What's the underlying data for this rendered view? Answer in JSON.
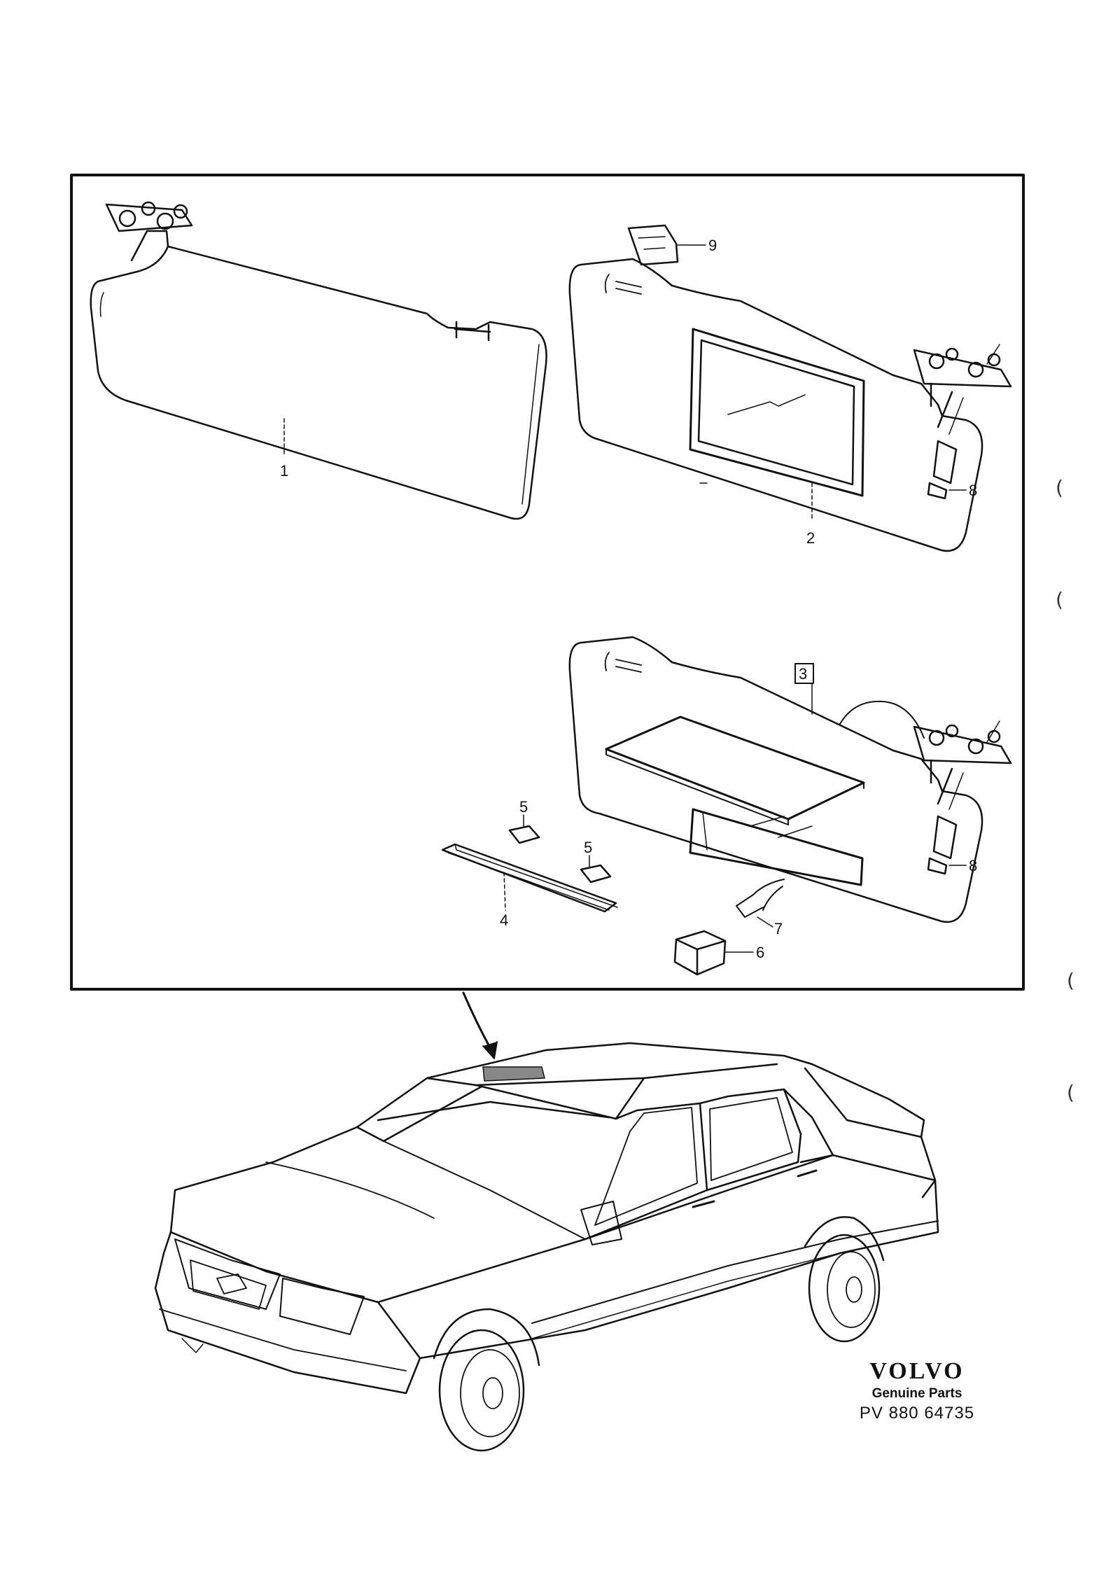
{
  "callouts": {
    "c1": "1",
    "c2": "2",
    "c3": "3",
    "c4": "4",
    "c5a": "5",
    "c5b": "5",
    "c6": "6",
    "c7": "7",
    "c8a": "8",
    "c8b": "8",
    "c9": "9"
  },
  "brand": {
    "name": "VOLVO",
    "subtitle": "Genuine Parts",
    "code": "PV 880 64735"
  },
  "margin_marks": [
    "(",
    "(",
    "(",
    "("
  ]
}
